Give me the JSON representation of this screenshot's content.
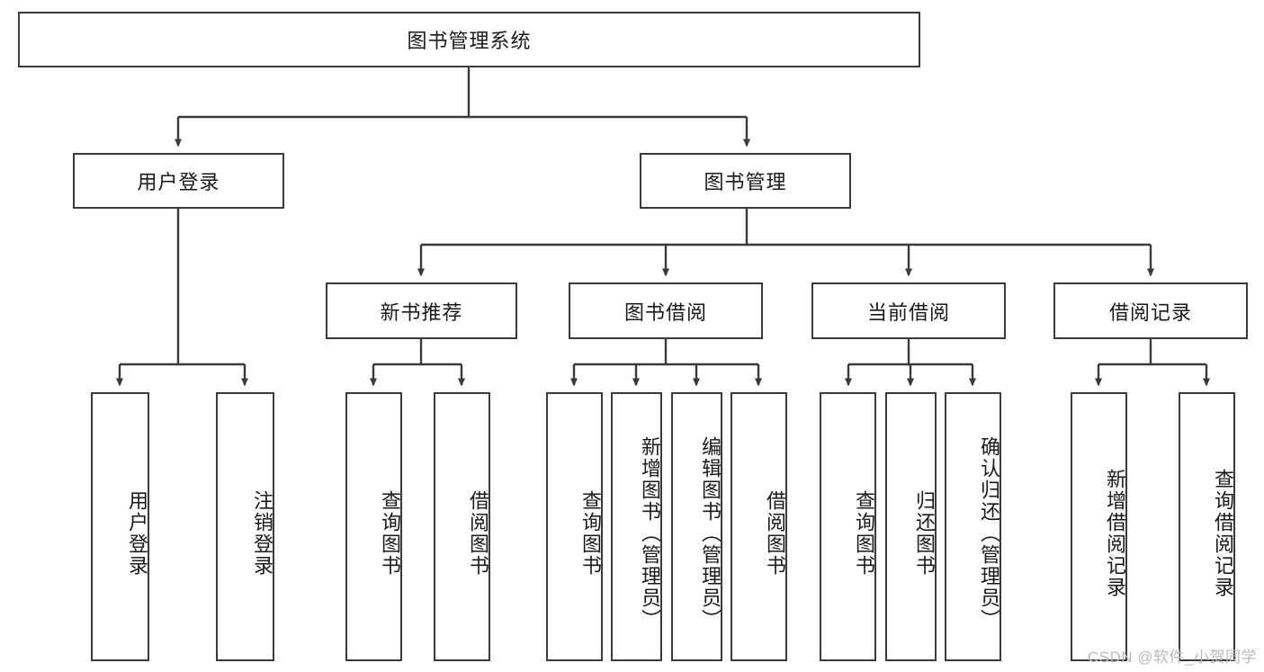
{
  "diagram": {
    "title": "图书管理系统",
    "type": "tree",
    "root": {
      "id": "root",
      "label": "图书管理系统"
    },
    "level2": [
      {
        "id": "user-login",
        "label": "用户登录"
      },
      {
        "id": "book-manage",
        "label": "图书管理"
      }
    ],
    "level3": [
      {
        "id": "new-book-rec",
        "label": "新书推荐",
        "parent": "book-manage"
      },
      {
        "id": "book-borrow",
        "label": "图书借阅",
        "parent": "book-manage"
      },
      {
        "id": "current-borrow",
        "label": "当前借阅",
        "parent": "book-manage"
      },
      {
        "id": "borrow-record",
        "label": "借阅记录",
        "parent": "book-manage"
      }
    ],
    "leaves": [
      {
        "id": "leaf-user-login",
        "label": "用户登录",
        "parent": "user-login"
      },
      {
        "id": "leaf-logout",
        "label": "注销登录",
        "parent": "user-login"
      },
      {
        "id": "leaf-query-book-rec",
        "label": "查询图书",
        "parent": "new-book-rec"
      },
      {
        "id": "leaf-borrow-book-rec",
        "label": "借阅图书",
        "parent": "new-book-rec"
      },
      {
        "id": "leaf-query-book-borrow",
        "label": "查询图书",
        "parent": "book-borrow"
      },
      {
        "id": "leaf-add-book",
        "label": "新增图书（管理员）",
        "parent": "book-borrow"
      },
      {
        "id": "leaf-edit-book",
        "label": "编辑图书（管理员）",
        "parent": "book-borrow"
      },
      {
        "id": "leaf-borrow-book",
        "label": "借阅图书",
        "parent": "book-borrow"
      },
      {
        "id": "leaf-query-book-current",
        "label": "查询图书",
        "parent": "current-borrow"
      },
      {
        "id": "leaf-return-book",
        "label": "归还图书",
        "parent": "current-borrow"
      },
      {
        "id": "leaf-confirm-return",
        "label": "确认归还（管理员）",
        "parent": "current-borrow"
      },
      {
        "id": "leaf-add-record",
        "label": "新增借阅记录",
        "parent": "borrow-record"
      },
      {
        "id": "leaf-query-record",
        "label": "查询借阅记录",
        "parent": "borrow-record"
      }
    ]
  },
  "watermark": {
    "text": "CSDN @软件_小贺同学"
  },
  "colors": {
    "border": "#3a3a3a",
    "background": "#ffffff",
    "text": "#1a1a1a",
    "watermark": "#b9b9b9"
  }
}
